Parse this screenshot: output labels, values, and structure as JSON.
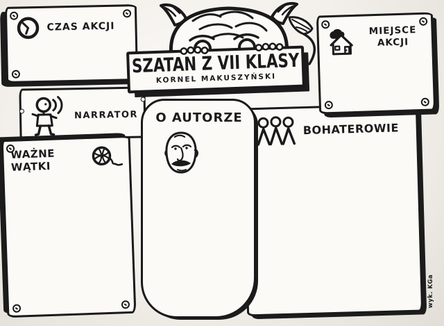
{
  "banner": {
    "title": "SZATAN Z VII KLASY",
    "author": "KORNEL MAKUSZYŃSKI"
  },
  "sections": {
    "czas_akcji": {
      "label": "CZAS AKCJI",
      "icon": "clock-icon"
    },
    "miejsce_akcji": {
      "label": "MIEJSCE AKCJI",
      "icon": "house-icon"
    },
    "narrator": {
      "label": "NARRATOR",
      "icon": "storyteller-icon"
    },
    "wazne_watki": {
      "label": "WAŻNE WĄTKI",
      "icon": "yarn-ball-icon"
    },
    "o_autorze": {
      "label": "O AUTORZE",
      "icon": "author-portrait-icon"
    },
    "bohaterowie": {
      "label": "BOHATEROWIE",
      "icon": "people-group-icon"
    }
  },
  "decorations": {
    "mascot": "devil-peeking-icon",
    "signature": "wyk. KGa"
  },
  "colors": {
    "ink": "#1a1a1a",
    "paper": "#fbfaf7",
    "background": "#f3f0eb"
  }
}
